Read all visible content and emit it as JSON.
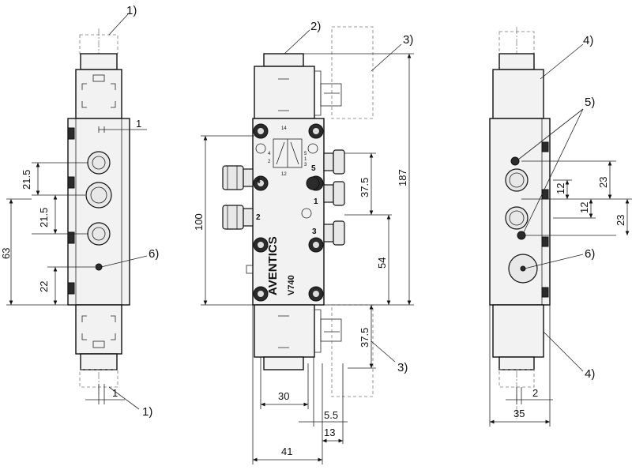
{
  "callouts": [
    "1)",
    "2)",
    "3)",
    "4)",
    "5)",
    "6)"
  ],
  "brand": "AVENTICS",
  "model": "V740",
  "ports": [
    "1",
    "2",
    "3",
    "4",
    "5"
  ],
  "symbol_ports": [
    "14",
    "4",
    "2",
    "5",
    "1",
    "3",
    "12"
  ],
  "dimensions": {
    "left": [
      "1",
      "21.5",
      "21.5",
      "22",
      "63",
      "1"
    ],
    "center": [
      "100",
      "37.5",
      "54",
      "187",
      "37.5",
      "30",
      "5.5",
      "13",
      "41"
    ],
    "right": [
      "23",
      "12",
      "12",
      "23",
      "2",
      "35"
    ]
  }
}
